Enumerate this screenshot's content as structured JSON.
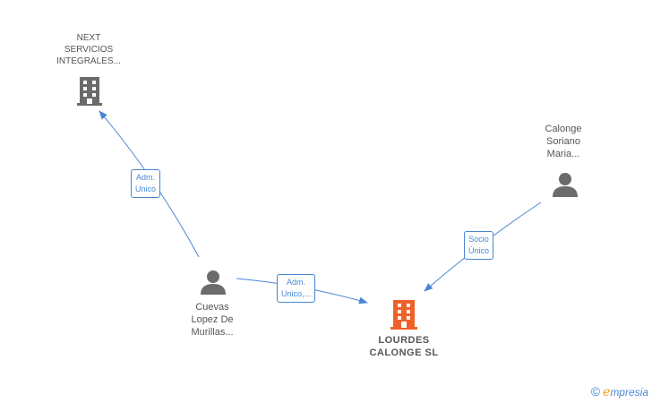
{
  "nodes": {
    "next_servicios": {
      "lines": [
        "NEXT",
        "SERVICIOS",
        "INTEGRALES..."
      ],
      "kind": "company"
    },
    "calonge_soriano": {
      "lines": [
        "Calonge",
        "Soriano",
        "Maria..."
      ],
      "kind": "person"
    },
    "cuevas_lopez": {
      "lines": [
        "Cuevas",
        "Lopez De",
        "Murillas..."
      ],
      "kind": "person"
    },
    "lourdes_calonge": {
      "lines": [
        "LOURDES",
        "CALONGE SL"
      ],
      "kind": "company-main"
    }
  },
  "edges": {
    "adm_unico_next": {
      "lines": [
        "Adm.",
        "Unico"
      ]
    },
    "adm_unico_lourdes": {
      "lines": [
        "Adm.",
        "Unico,..."
      ]
    },
    "socio_unico": {
      "lines": [
        "Socio",
        "Único"
      ]
    }
  },
  "colors": {
    "edge": "#4a86d4",
    "person_icon": "#6b6b6b",
    "company_icon": "#6b6b6b",
    "main_company_icon": "#f0612a"
  },
  "watermark": {
    "symbol": "©",
    "brand_initial": "e",
    "brand_rest": "mpresia"
  }
}
